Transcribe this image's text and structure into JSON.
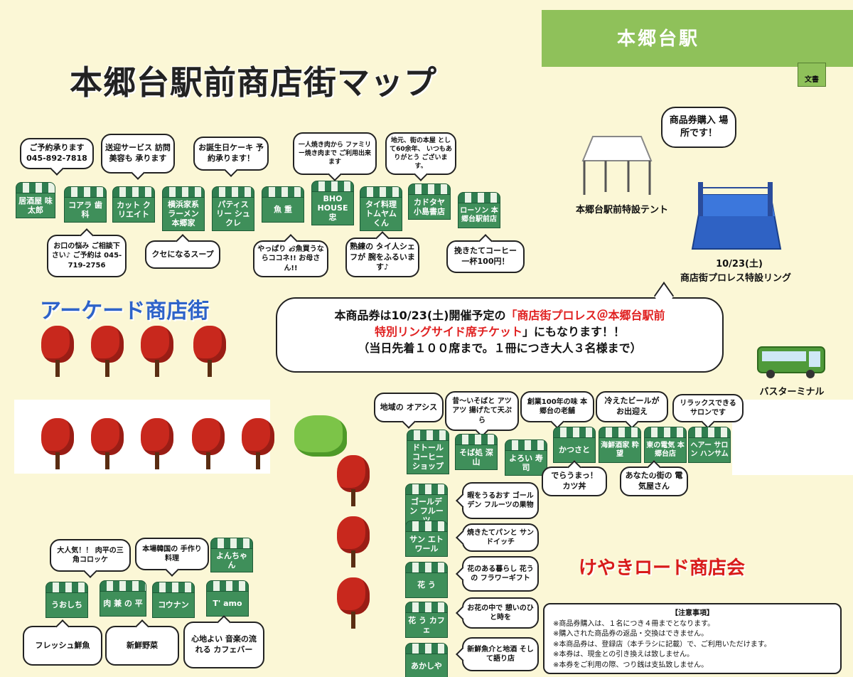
{
  "station": "本郷台駅",
  "title": "本郷台駅前商店街マップ",
  "arcade_label": "アーケード商店街",
  "keyaki_label": "けやきロード商店会",
  "sign_small": "文書",
  "top_bubbles": [
    "ご予約承ります 045-892-7818",
    "送迎サービス 訪問美容も 承ります",
    "お誕生日ケーキ 予約承ります！",
    "一人焼き肉から ファミリー焼き肉まで ご利用出来ます",
    "地元、街の本屋 として60余年、 いつもありがとう ございます。"
  ],
  "top_shops": [
    "居酒屋 味太郎",
    "コアラ 歯科",
    "カット クリエイト",
    "横浜家系 ラーメン 本郷家",
    "パティスリー シュクレ",
    "魚 重",
    "BHO HOUSE 忠",
    "タイ料理 トムヤムくん",
    "カドタヤ 小島書店",
    "ローソン 本郷台駅前店"
  ],
  "bottom_bubbles": [
    "お口の悩み ご相談下さい♪ ご予約は 045-719-2756",
    "クセになるスープ",
    "やっぱり お魚買うならココネ!! お母さん!!",
    "熟練の タイ人シェフが 腕をふるいます♪",
    "挽きたてコーヒー 一杯100円！"
  ],
  "tent": {
    "bubble": "商品券購入 場所です！",
    "label": "本郷台駅前特設テント"
  },
  "ring": {
    "date": "10/23(土)",
    "label": "商店街プロレス特設リング"
  },
  "ticket": {
    "line1_pre": "本商品券は10/23(土)開催予定の",
    "line1_red": "「商店街プロレス＠本郷台駅前",
    "line2_red": "特別リングサイド席チケット",
    "line2_post": "」にもなります！！",
    "line3": "（当日先着１００席まで。１冊につき大人３名様まで）"
  },
  "bus_label": "バスターミナル",
  "keyaki_bubbles": [
    "地域の オアシス",
    "昔～いそばと アツアツ 揚げたて天ぷら",
    "創業100年の味 本郷台の老舗",
    "冷えたビールが お出迎え",
    "リラックスできる サロンです"
  ],
  "keyaki_shops": [
    "ドトール コーヒー ショップ",
    "そば処 深山",
    "よろい 寿司",
    "かつさと",
    "海鮮酒家 粋 望",
    "東の電気 本郷台店",
    "ヘアー サロン ハンサム"
  ],
  "keyaki_under": [
    "でらうまっ！ カツ丼",
    "あなたの街の 電気屋さん"
  ],
  "side_shops": [
    "ゴールデン フルーツ",
    "サン エトワール",
    "花 う",
    "花 う カフェ",
    "あかしや"
  ],
  "side_bubbles": [
    "暇をうるおす ゴールデン フルーツの果物",
    "焼きたてパンと サンドイッチ",
    "花のある暮らし 花うの フラワーギフト",
    "お花の中で 憩いのひと時を",
    "新鮮魚介と地酒 そして語り店"
  ],
  "lower_bubbles": [
    "大人気！！ 肉平の三角コロッケ",
    "本場韓国の 手作り料理"
  ],
  "lower_shops": [
    "うおしち",
    "肉 兼 の 平",
    "コウナン",
    "T' amo",
    "よんちゃん"
  ],
  "lower_under": [
    "フレッシュ鮮魚",
    "新鮮野菜",
    "心地よい 音楽の流れる カフェバー"
  ],
  "notes": {
    "title": "【注意事項】",
    "items": [
      "※商品券購入は、１名につき４冊までとなります。",
      "※購入された商品券の返品・交換はできません。",
      "※本商品券は、登録店（本チラシに記載）で、ご利用いただけます。",
      "※本券は、現金との引き換えは致しません。",
      "※本券をご利用の際、つり銭は支払致しません。"
    ]
  },
  "colors": {
    "background": "#fbf7d6",
    "station_band": "#8fc15a",
    "shop_green": "#3f8f5a",
    "tree_red": "#c8281d",
    "arcade_blue": "#2e63c9",
    "keyaki_red": "#d81a1a"
  }
}
